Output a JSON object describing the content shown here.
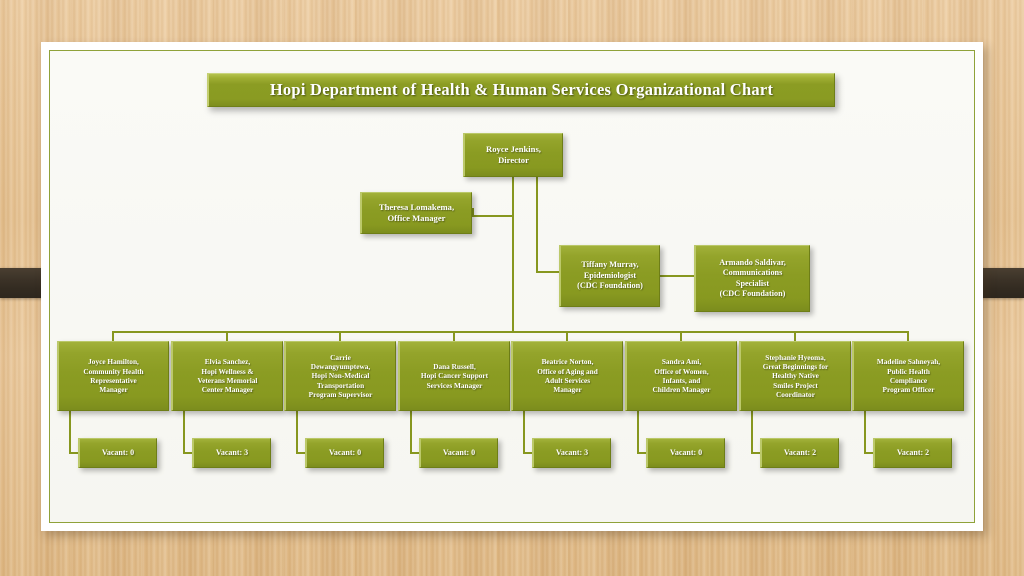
{
  "slide": {
    "title": "Hopi Department of Health & Human Services Organizational Chart",
    "accent_color": "#8b9c23",
    "accent_light": "#b4c24d",
    "accent_dark": "#6e7e17",
    "paper_color": "#f7f7f2",
    "background_color": "#e7c496",
    "band_color": "#332b21",
    "text_color": "#ffffff"
  },
  "chart_data": {
    "type": "diagram",
    "title": "Hopi Department of Health & Human Services Organizational Chart",
    "nodes": {
      "director": {
        "line1": "Royce Jenkins,",
        "line2": "Director"
      },
      "office_manager": {
        "line1": "Theresa Lomakema,",
        "line2": "Office Manager"
      },
      "epidemiologist": {
        "line1": "Tiffany Murray,",
        "line2": "Epidemiologist",
        "line3": "(CDC Foundation)"
      },
      "communications": {
        "line1": "Armando Saldivar,",
        "line2": "Communications",
        "line3": "Specialist",
        "line4": "(CDC Foundation)"
      }
    },
    "departments": [
      {
        "lines": [
          "Joyce Hamilton,",
          "Community Health",
          "Representative",
          "Manager"
        ],
        "vacant_label": "Vacant: 0",
        "vacant_count": 0
      },
      {
        "lines": [
          "Elvia Sanchez,",
          "Hopi Wellness &",
          "Veterans Memorial",
          "Center Manager"
        ],
        "vacant_label": "Vacant: 3",
        "vacant_count": 3
      },
      {
        "lines": [
          "Carrie",
          "Dewangyumptewa,",
          "Hopi Non-Medical",
          "Transportation",
          "Program Supervisor"
        ],
        "vacant_label": "Vacant: 0",
        "vacant_count": 0
      },
      {
        "lines": [
          "Dana Russell,",
          "Hopi Cancer Support",
          "Services Manager"
        ],
        "vacant_label": "Vacant: 0",
        "vacant_count": 0
      },
      {
        "lines": [
          "Beatrice Norton,",
          "Office of Aging and",
          "Adult Services",
          "Manager"
        ],
        "vacant_label": "Vacant: 3",
        "vacant_count": 3
      },
      {
        "lines": [
          "Sandra Ami,",
          "Office of Women,",
          "Infants,  and",
          "Children Manager"
        ],
        "vacant_label": "Vacant: 0",
        "vacant_count": 0
      },
      {
        "lines": [
          "Stephanie Hyeoma,",
          "Great Beginnings  for",
          "Healthy  Native",
          "Smiles Project",
          "Coordinator"
        ],
        "vacant_label": "Vacant: 2",
        "vacant_count": 2
      },
      {
        "lines": [
          "Madeline Sahneyah,",
          "Public Health",
          "Compliance",
          "Program Officer"
        ],
        "vacant_label": "Vacant: 2",
        "vacant_count": 2
      }
    ]
  }
}
